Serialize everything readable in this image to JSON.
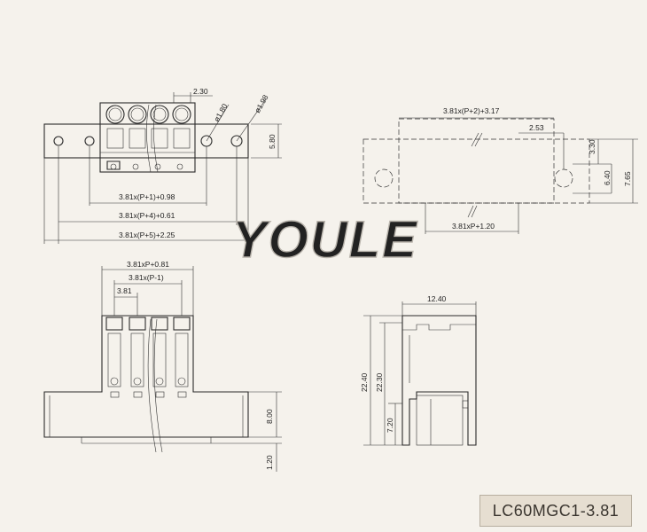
{
  "watermark": "YOULE",
  "model_label": "LC60MGC1-3.81",
  "top_view": {
    "pitch_top": "2.30",
    "dia_1": "ø1.80",
    "dia_2": "ø1.98",
    "height": "5.80",
    "dim_1": "3.81x(P+1)+0.98",
    "dim_2": "3.81x(P+4)+0.61",
    "dim_3": "3.81x(P+5)+2.25"
  },
  "side_view": {
    "top": "3.81x(P+2)+3.17",
    "offset": "2.53",
    "height_small": "3.30",
    "hole": "6.40",
    "height_total": "7.65",
    "bottom": "3.81xP+1.20"
  },
  "front_view": {
    "overall": "3.81xP+0.81",
    "inner": "3.81x(P-1)",
    "pitch": "3.81",
    "height": "8.00",
    "base": "1.20"
  },
  "profile_view": {
    "width": "12.40",
    "height_1": "22.40",
    "height_2": "22.30",
    "height_3": "7.20"
  }
}
